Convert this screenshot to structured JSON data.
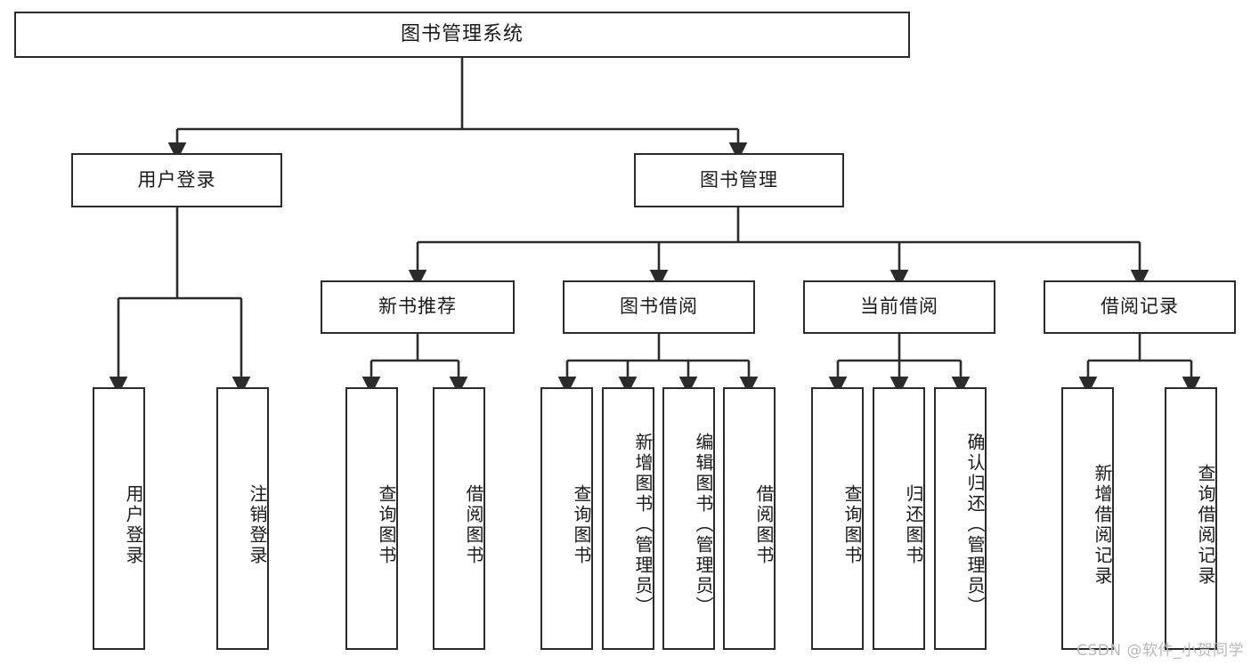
{
  "diagram": {
    "title": "图书管理系统",
    "watermark": "CSDN @软件_小贺同学",
    "stroke_color": "#2b2b2b",
    "fill_color": "#ffffff",
    "text_color": "#1a1a1a",
    "watermark_color": "#b9b9b9"
  },
  "nodes": {
    "root": {
      "label": "图书管理系统"
    },
    "level1": [
      {
        "label": "用户登录"
      },
      {
        "label": "图书管理"
      }
    ],
    "level2": [
      {
        "label": "新书推荐"
      },
      {
        "label": "图书借阅"
      },
      {
        "label": "当前借阅"
      },
      {
        "label": "借阅记录"
      }
    ],
    "leaves": {
      "user_login": [
        {
          "label": "用户登录"
        },
        {
          "label": "注销登录"
        }
      ],
      "new_book_recommend": [
        {
          "label": "查询图书"
        },
        {
          "label": "借阅图书"
        }
      ],
      "book_borrow": [
        {
          "label": "查询图书"
        },
        {
          "label": "新增图书（管理员）"
        },
        {
          "label": "编辑图书（管理员）"
        },
        {
          "label": "借阅图书"
        }
      ],
      "current_borrow": [
        {
          "label": "查询图书"
        },
        {
          "label": "归还图书"
        },
        {
          "label": "确认归还（管理员）"
        }
      ],
      "borrow_record": [
        {
          "label": "新增借阅记录"
        },
        {
          "label": "查询借阅记录"
        }
      ]
    }
  }
}
